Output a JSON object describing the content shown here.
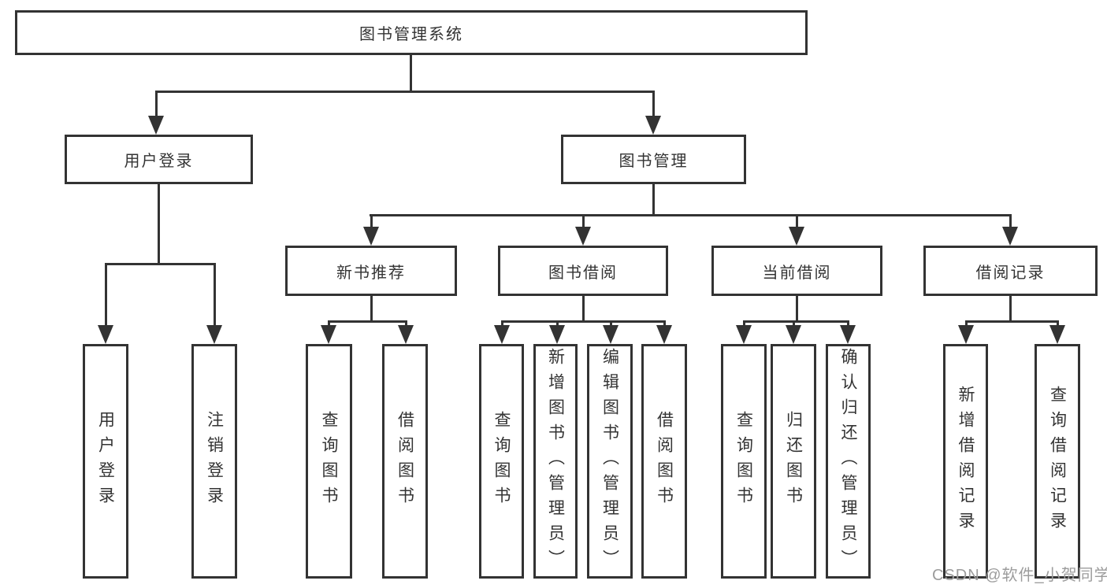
{
  "colors": {
    "line": "#333333",
    "text": "#333333",
    "box_background": "#ffffff",
    "watermark": "#9c9c9c",
    "background": "#ffffff"
  },
  "watermark": {
    "text": "CSDN @软件_小贺同学"
  },
  "tree": {
    "root": {
      "label": "图书管理系统"
    },
    "l2": [
      {
        "label": "用户登录"
      },
      {
        "label": "图书管理"
      }
    ],
    "l3": [
      {
        "label": "新书推荐",
        "parent": "图书管理"
      },
      {
        "label": "图书借阅",
        "parent": "图书管理"
      },
      {
        "label": "当前借阅",
        "parent": "图书管理"
      },
      {
        "label": "借阅记录",
        "parent": "图书管理"
      }
    ],
    "leaves": [
      {
        "label": "用户登录",
        "parent": "用户登录"
      },
      {
        "label": "注销登录",
        "parent": "用户登录"
      },
      {
        "label": "查询图书",
        "parent": "新书推荐"
      },
      {
        "label": "借阅图书",
        "parent": "新书推荐"
      },
      {
        "label": "查询图书",
        "parent": "图书借阅"
      },
      {
        "label": "新增图书（管理员）",
        "parent": "图书借阅"
      },
      {
        "label": "编辑图书（管理员）",
        "parent": "图书借阅"
      },
      {
        "label": "借阅图书",
        "parent": "图书借阅"
      },
      {
        "label": "查询图书",
        "parent": "当前借阅"
      },
      {
        "label": "归还图书",
        "parent": "当前借阅"
      },
      {
        "label": "确认归还（管理员）",
        "parent": "当前借阅"
      },
      {
        "label": "新增借阅记录",
        "parent": "借阅记录"
      },
      {
        "label": "查询借阅记录",
        "parent": "借阅记录"
      }
    ]
  }
}
